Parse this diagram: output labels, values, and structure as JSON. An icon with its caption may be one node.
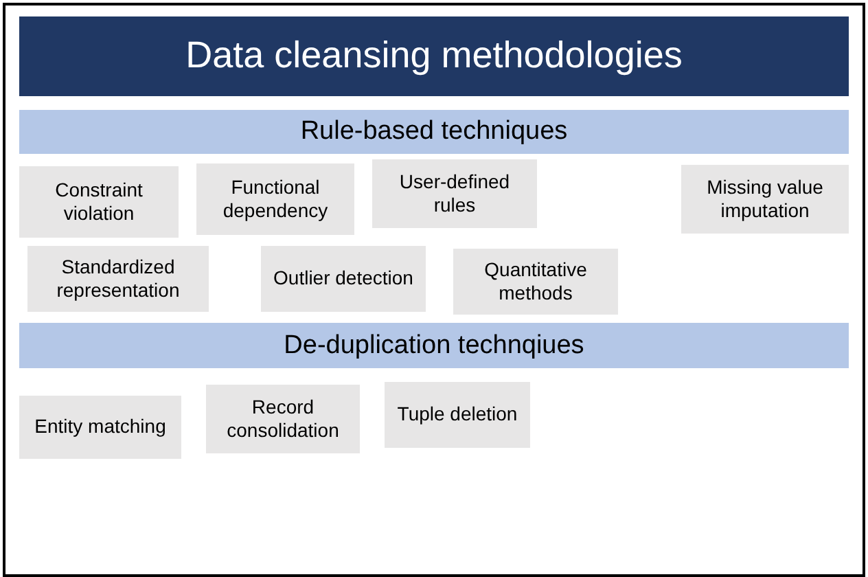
{
  "diagram": {
    "nodes": [
      {
        "text": [
          "Data cleansing methodologies"
        ]
      },
      {
        "text": [
          "Rule-based techniques"
        ]
      },
      {
        "text": [
          "Constraint violation"
        ]
      },
      {
        "text": [
          "Functional dependency"
        ]
      },
      {
        "text": [
          "User-defined rules"
        ]
      },
      {
        "text": [
          "Missing value imputation"
        ]
      },
      {
        "text": [
          "Standardized representation"
        ]
      },
      {
        "text": [
          "Outlier detection"
        ]
      },
      {
        "text": [
          "Quantitative methods"
        ]
      },
      {
        "text": [
          "De-duplication technqiues"
        ]
      },
      {
        "text": [
          "Entity matching"
        ]
      },
      {
        "text": [
          "Record consolidation"
        ]
      },
      {
        "text": [
          "Tuple deletion"
        ]
      }
    ],
    "edges": []
  }
}
